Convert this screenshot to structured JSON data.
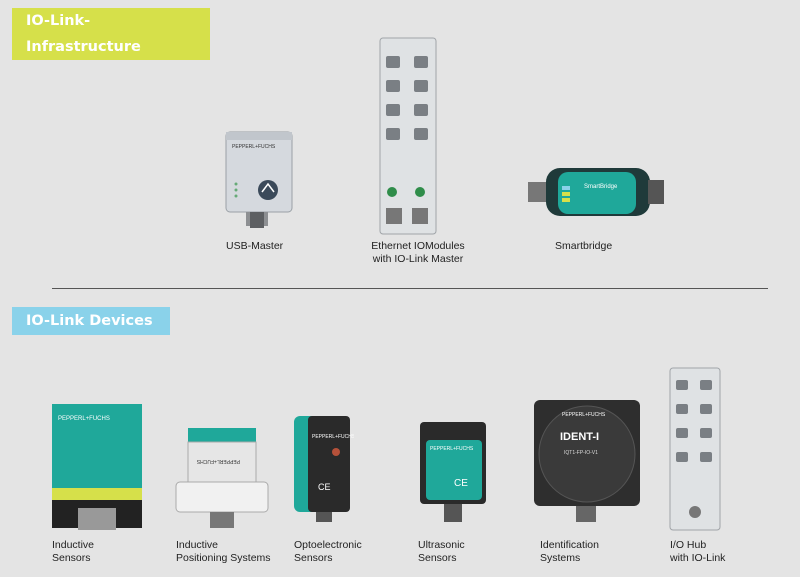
{
  "sections": {
    "infrastructure_title": "IO-Link-Infrastructure",
    "devices_title": "IO-Link Devices"
  },
  "infrastructure": [
    {
      "line1": "USB-Master",
      "line2": ""
    },
    {
      "line1": "Ethernet IOModules",
      "line2": "with IO-Link Master"
    },
    {
      "line1": "Smartbridge",
      "line2": ""
    }
  ],
  "devices": [
    {
      "line1": "Inductive",
      "line2": "Sensors"
    },
    {
      "line1": "Inductive",
      "line2": "Positioning Systems"
    },
    {
      "line1": "Optoelectronic",
      "line2": "Sensors"
    },
    {
      "line1": "Ultrasonic",
      "line2": "Sensors"
    },
    {
      "line1": "Identification",
      "line2": "Systems"
    },
    {
      "line1": "I/O Hub",
      "line2": "with IO-Link"
    }
  ],
  "product_text": {
    "brand": "PEPPERL+FUCHS",
    "smartbridge_logo": "SmartBridge",
    "ident_title": "IDENT-I",
    "ident_model": "IQT1-FP-IO-V1",
    "ce": "CE"
  },
  "colors": {
    "teal": "#1fa89a",
    "yellow_banner": "#d6e04a",
    "blue_banner": "#8ad2ea"
  }
}
